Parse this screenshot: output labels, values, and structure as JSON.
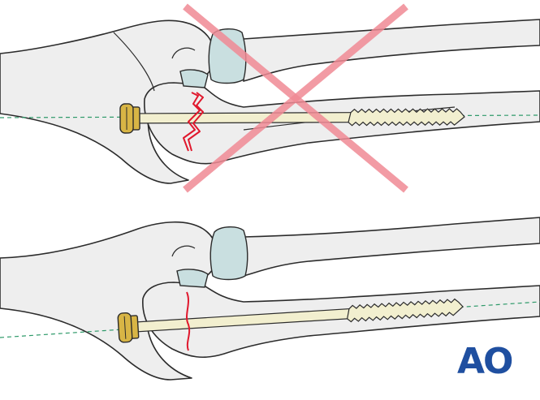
{
  "brand": {
    "logo_text": "AO",
    "logo_color": "#1f4fa0"
  },
  "colors": {
    "bone_fill": "#eeeeee",
    "bone_stroke": "#2b2b2b",
    "cartilage_fill": "#c9dfe0",
    "screw_shaft": "#f2efcf",
    "screw_head": "#d8b545",
    "fracture_line": "#e0182d",
    "axis_line": "#2f9a6a",
    "cross_mark": "#f08a94"
  },
  "panels": [
    {
      "id": "incorrect",
      "marked_wrong": true,
      "fracture_style": "zigzag"
    },
    {
      "id": "correct",
      "marked_wrong": false,
      "fracture_style": "simple"
    }
  ]
}
